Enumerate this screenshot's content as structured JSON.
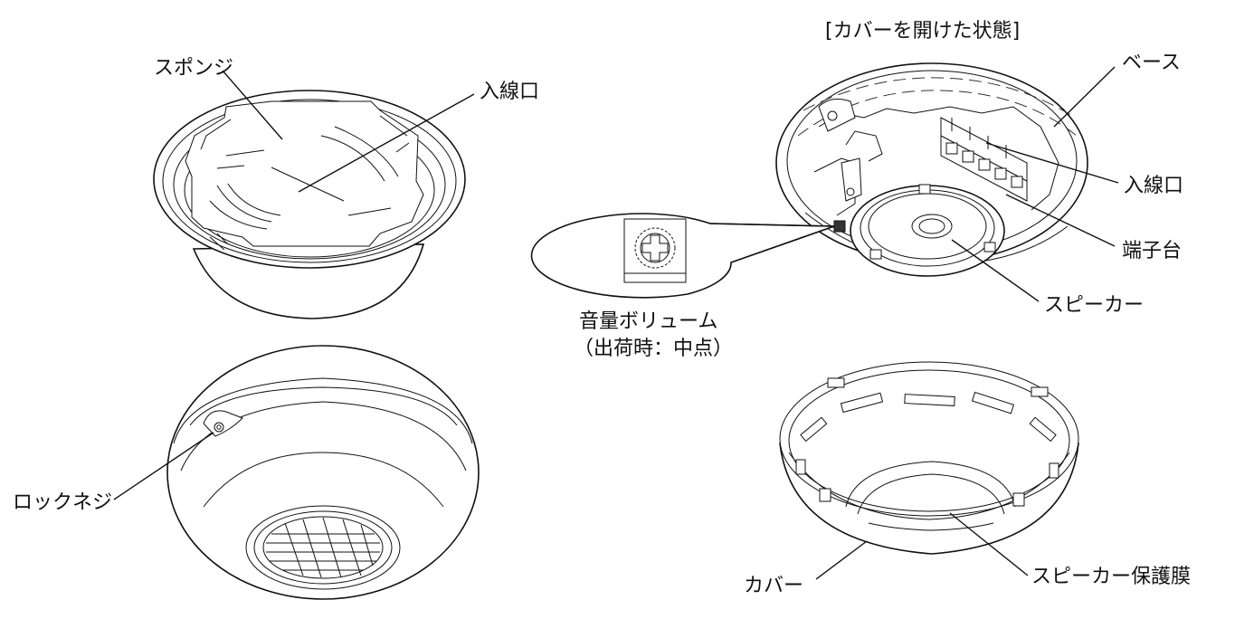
{
  "labels": {
    "sponge": "スポンジ",
    "inlet_left": "入線口",
    "lock_screw": "ロックネジ",
    "open_state": "[カバーを開けた状態]",
    "base": "ベース",
    "inlet_right": "入線口",
    "terminal_block": "端子台",
    "speaker": "スピーカー",
    "volume": "音量ボリューム",
    "volume_note": "（出荷時：中点）",
    "cover": "カバー",
    "speaker_membrane": "スピーカー保護膜"
  }
}
